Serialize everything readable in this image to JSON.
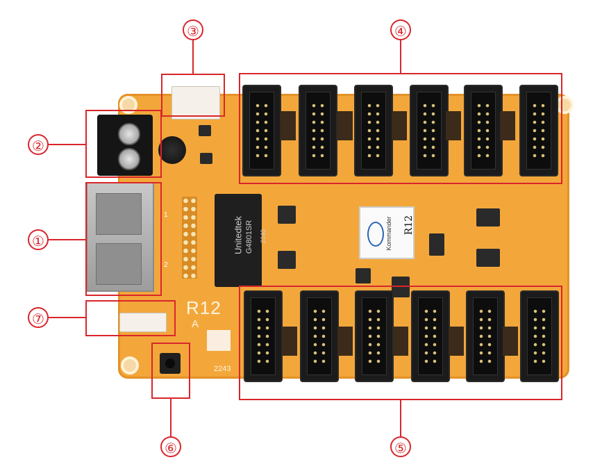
{
  "callouts": [
    {
      "id": "1",
      "label": "①"
    },
    {
      "id": "2",
      "label": "②"
    },
    {
      "id": "3",
      "label": "③"
    },
    {
      "id": "4",
      "label": "④"
    },
    {
      "id": "5",
      "label": "⑤"
    },
    {
      "id": "6",
      "label": "⑥"
    },
    {
      "id": "7",
      "label": "⑦"
    }
  ],
  "board": {
    "model_silkscreen": "R12",
    "model_suffix": "A",
    "transformer_brand": "Unitedtek",
    "transformer_part": "G4801SR",
    "transformer_code": "2240",
    "label_logo_text": "Kommander",
    "label_model": "R12",
    "corner_code": "2243",
    "port_marks": [
      "1",
      "2"
    ]
  },
  "colors": {
    "accent": "#d8262b",
    "pcb": "#f3a73b"
  }
}
